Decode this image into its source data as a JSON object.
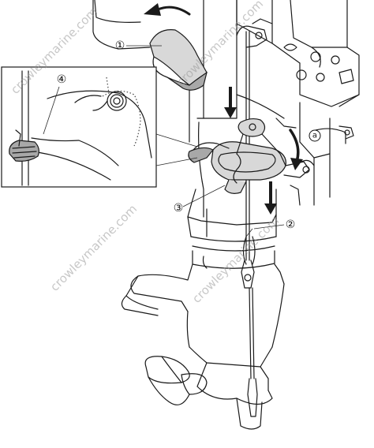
{
  "callouts": [
    {
      "id": "1",
      "label": "①"
    },
    {
      "id": "2",
      "label": "②"
    },
    {
      "id": "3",
      "label": "③"
    },
    {
      "id": "4",
      "label": "④"
    },
    {
      "id": "a",
      "label": "a"
    }
  ],
  "watermark": {
    "text": "crowleymarine.com"
  }
}
